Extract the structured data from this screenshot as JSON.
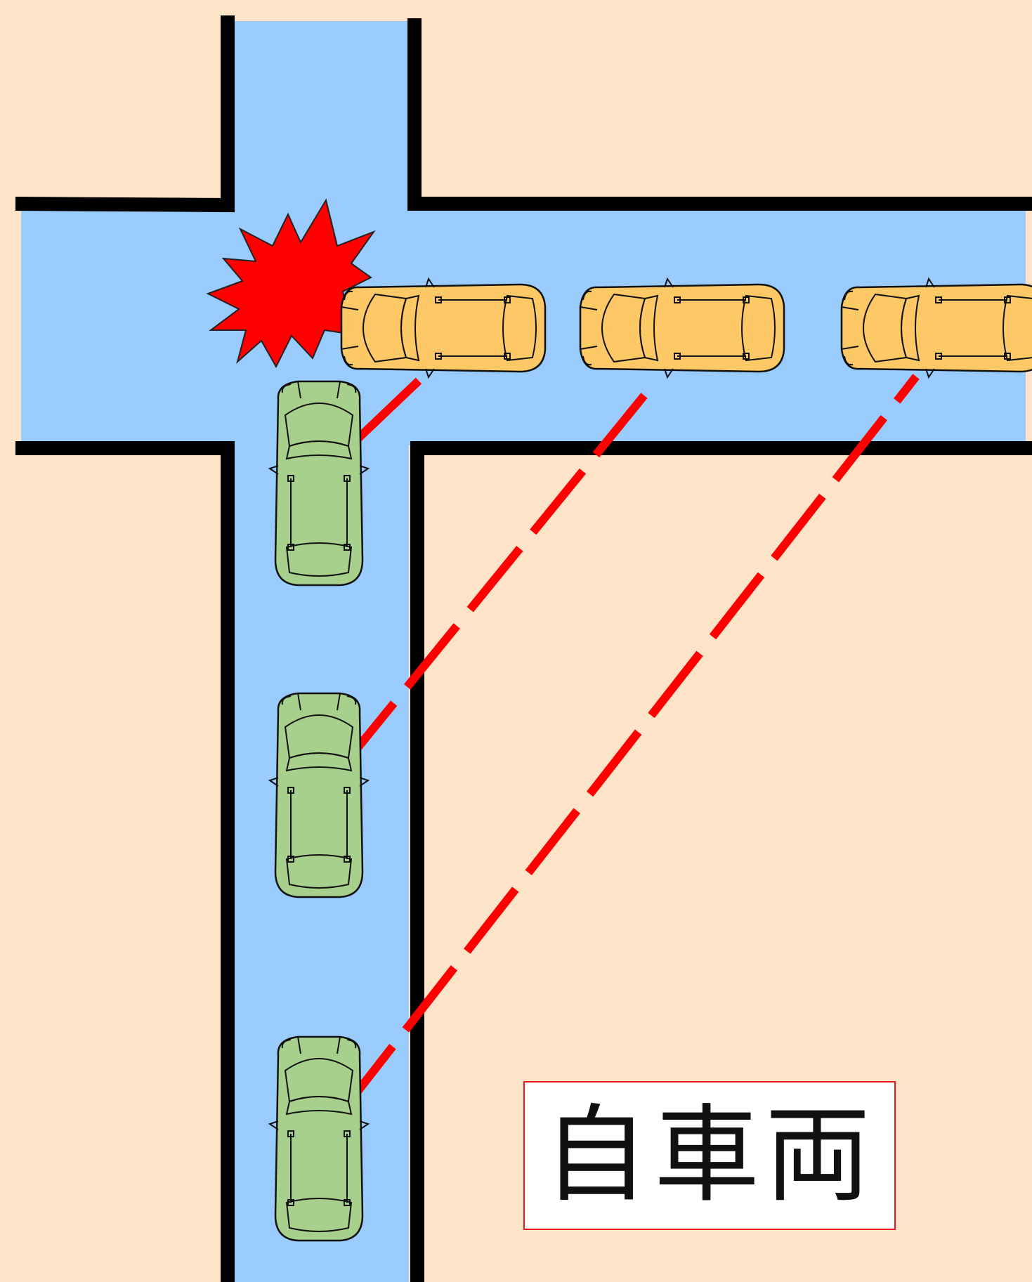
{
  "diagram": {
    "label": "自車両",
    "colors": {
      "ground": "#fde3c8",
      "road": "#99cbfd",
      "road_edge": "#000000",
      "own_vehicle": "#a8d08d",
      "other_vehicle": "#fdc967",
      "sightline": "#ff0000",
      "impact": "#ff0000",
      "label_border": "#e81c1c"
    },
    "own_vehicle_positions": 3,
    "other_vehicle_positions": 3,
    "icons": [
      "car-icon",
      "collision-burst-icon"
    ]
  }
}
